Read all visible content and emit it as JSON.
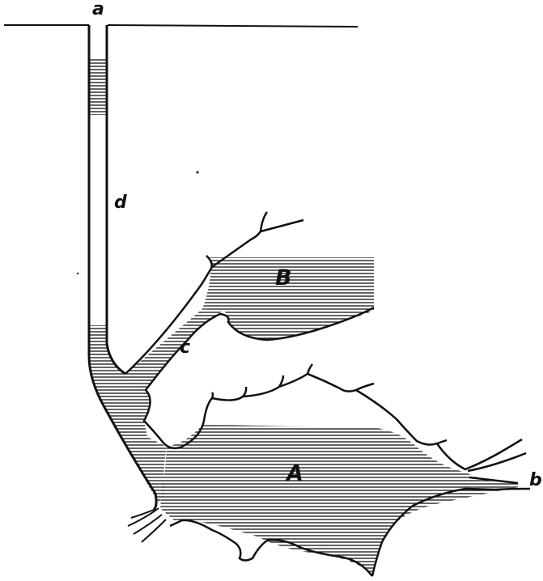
{
  "labels": {
    "a": "a",
    "d": "d",
    "B": "B",
    "c": "c",
    "A": "A",
    "b": "b"
  },
  "colors": {
    "ink": "#111111",
    "background": "#ffffff"
  }
}
